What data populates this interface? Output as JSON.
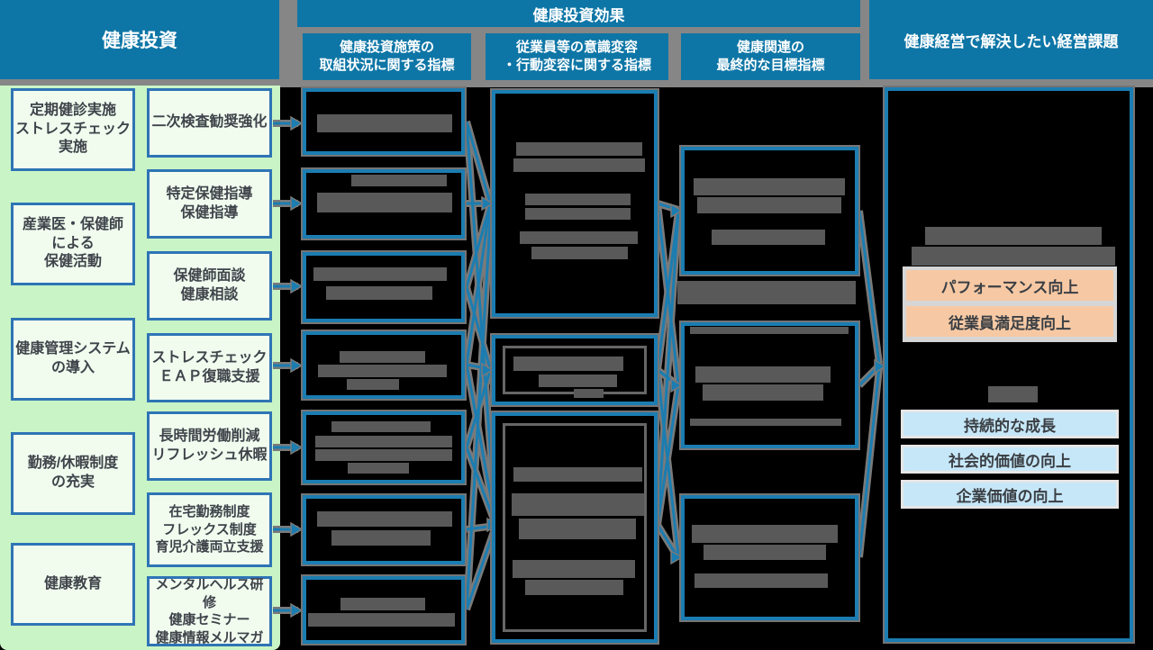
{
  "header": {
    "invest": "健康投資",
    "effect": "健康投資効果",
    "sub_initiative": "健康投資施策の\n取組状況に関する指標",
    "sub_awareness": "従業員等の意識変容\n・行動変容に関する指標",
    "sub_final": "健康関連の\n最終的な目標指標",
    "issues": "健康経営で解決したい経営課題"
  },
  "invest_panel": {
    "col_a": [
      {
        "text": "定期健診実施\nストレスチェック実施"
      },
      {
        "text": "産業医・保健師\nによる\n保健活動"
      },
      {
        "text": "健康管理システム\nの導入"
      },
      {
        "text": "勤務/休暇制度\nの充実"
      },
      {
        "text": "健康教育"
      }
    ],
    "col_b": [
      {
        "text": "二次検査勧奨強化"
      },
      {
        "text": "特定保健指導\n保健指導"
      },
      {
        "text": "保健師面談\n健康相談"
      },
      {
        "text": "ストレスチェック\nＥＡＰ復職支援"
      },
      {
        "text": "長時間労働削減\nリフレッシュ休暇"
      },
      {
        "text": "在宅勤務制度\nフレックス制度\n育児介護両立支援"
      },
      {
        "text": "メンタルヘルス研修\n健康セミナー\n健康情報メルマガ"
      }
    ]
  },
  "metric_columns": {
    "initiative_boxes": 7,
    "awareness_boxes": 3,
    "final_boxes": 3,
    "redacted": true
  },
  "issues_panel": {
    "performance_items": [
      "パフォーマンス向上",
      "従業員満足度向上"
    ],
    "value_items": [
      "持続的な成長",
      "社会的価値の向上",
      "企業価値の向上"
    ]
  },
  "colors": {
    "header_teal": "#0e76a6",
    "line_teal": "#1b7db1",
    "panel_green": "#c9f4c6",
    "box_green": "#f1fcef",
    "box_border_blue": "#2e74b5",
    "peach": "#f6c9a4",
    "light_blue": "#c6e7f8",
    "redaction_gray": "#595959",
    "band_gray": "#868686"
  }
}
